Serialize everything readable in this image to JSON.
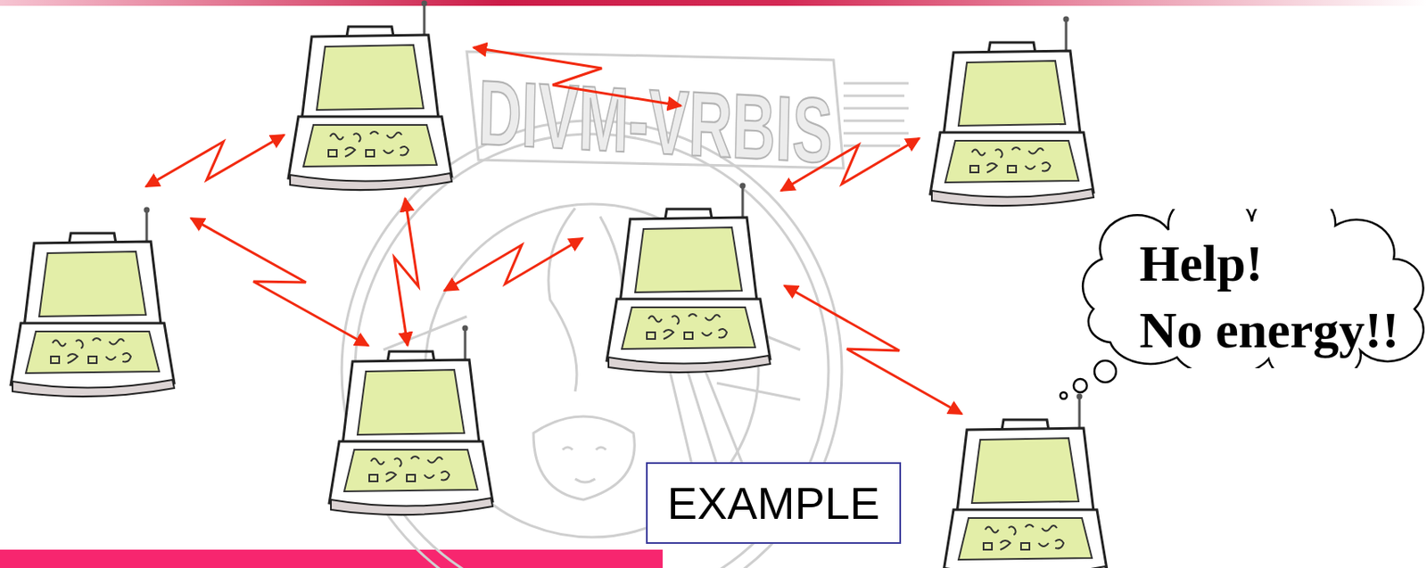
{
  "diagram": {
    "nodes": [
      {
        "text": [
          "Help! No energy!!"
        ]
      },
      {
        "text": [
          "EXAMPLE"
        ]
      }
    ],
    "labels": [
      "DIVM-VRBIS"
    ]
  }
}
